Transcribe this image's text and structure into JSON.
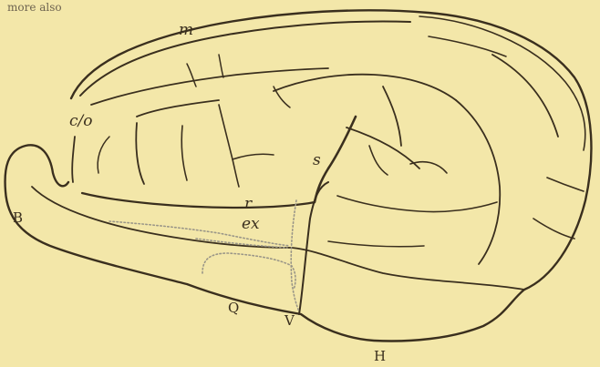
{
  "figure": {
    "caption_fragment": "more also",
    "labels": {
      "m": "m",
      "co": "c/o",
      "s": "s",
      "r": "r",
      "ex": "ex",
      "B": "B",
      "Q": "Q",
      "V": "V",
      "H": "H"
    },
    "colors": {
      "background": "#f3e7a9",
      "ink": "#3a2f1e",
      "stipple": "#9a9688"
    }
  }
}
